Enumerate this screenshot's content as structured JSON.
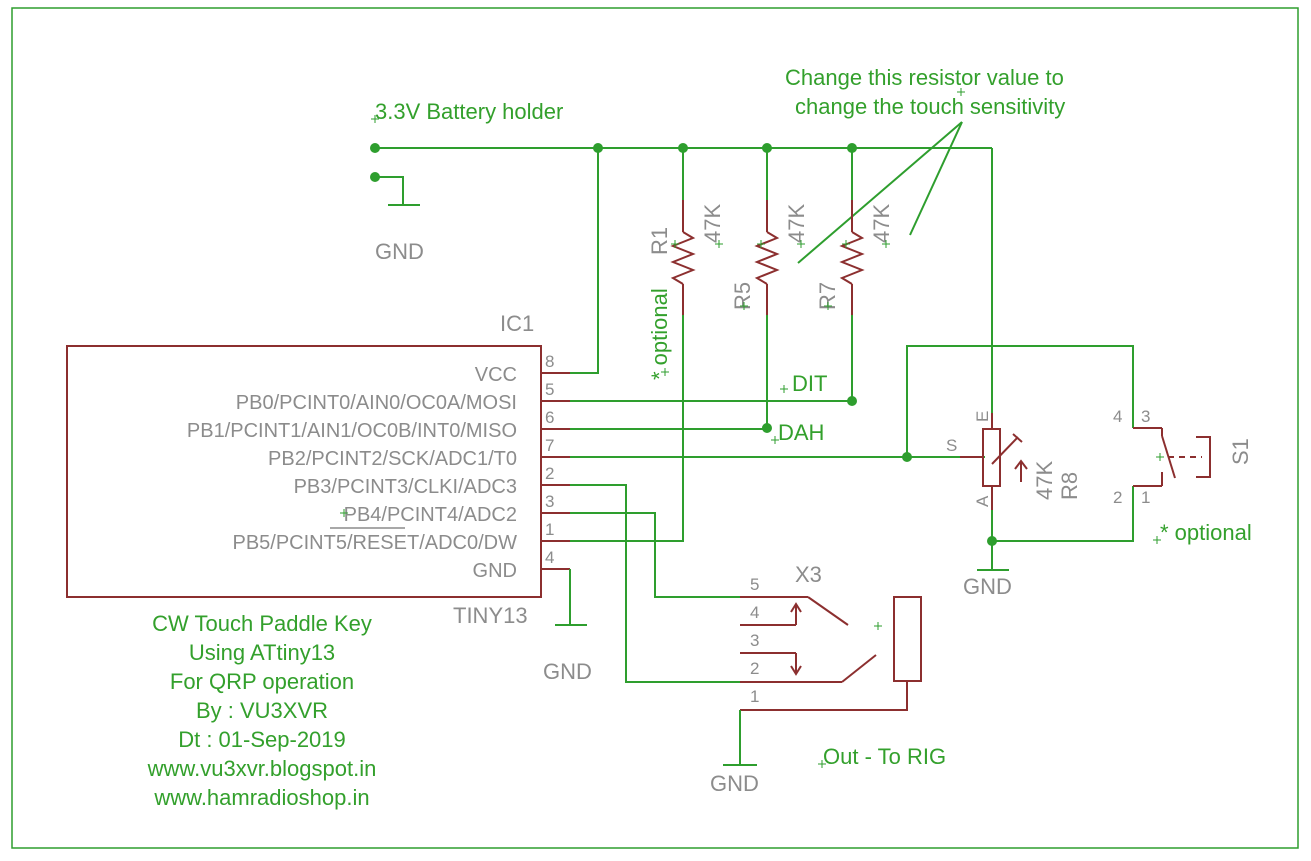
{
  "title_block": {
    "lines": [
      "CW Touch Paddle Key",
      "Using ATtiny13",
      "For QRP operation",
      "By : VU3XVR",
      "Dt : 01-Sep-2019",
      "www.vu3xvr.blogspot.in",
      "www.hamradioshop.in"
    ]
  },
  "annotations": {
    "battery": "3.3V Battery holder",
    "sensitivity_line1": "Change this resistor value to",
    "sensitivity_line2": "change the touch sensitivity",
    "optional_r1": "* optional",
    "optional_s1": "* optional",
    "out": "Out - To RIG"
  },
  "ic": {
    "name": "IC1",
    "part": "TINY13",
    "pins": [
      {
        "label": "VCC",
        "num": "8"
      },
      {
        "label": "PB0/PCINT0/AIN0/OC0A/MOSI",
        "num": "5"
      },
      {
        "label": "PB1/PCINT1/AIN1/OC0B/INT0/MISO",
        "num": "6"
      },
      {
        "label": "PB2/PCINT2/SCK/ADC1/T0",
        "num": "7"
      },
      {
        "label": "PB3/PCINT3/CLKI/ADC3",
        "num": "2"
      },
      {
        "label": "PB4/PCINT4/ADC2",
        "num": "3"
      },
      {
        "label": "PB5/PCINT5/RESET/ADC0/DW",
        "num": "1"
      },
      {
        "label": "GND",
        "num": "4"
      }
    ]
  },
  "resistors": {
    "r1": {
      "name": "R1",
      "value": "47K"
    },
    "r5": {
      "name": "R5",
      "value": "47K"
    },
    "r7": {
      "name": "R7",
      "value": "47K"
    },
    "r8": {
      "name": "R8",
      "value": "47K",
      "pin_s": "S",
      "pin_e": "E",
      "pin_a": "A"
    }
  },
  "nets": {
    "dit": "DIT",
    "dah": "DAH",
    "gnd": "GND"
  },
  "switch": {
    "name": "S1",
    "pins": [
      "4",
      "3",
      "2",
      "1"
    ]
  },
  "jack": {
    "name": "X3",
    "pins": [
      "5",
      "4",
      "3",
      "2",
      "1"
    ]
  },
  "colors": {
    "wire": "#2e9e2e",
    "part": "#8c2f2f",
    "text": "#33a02c",
    "name_text": "#8c8c8c"
  }
}
